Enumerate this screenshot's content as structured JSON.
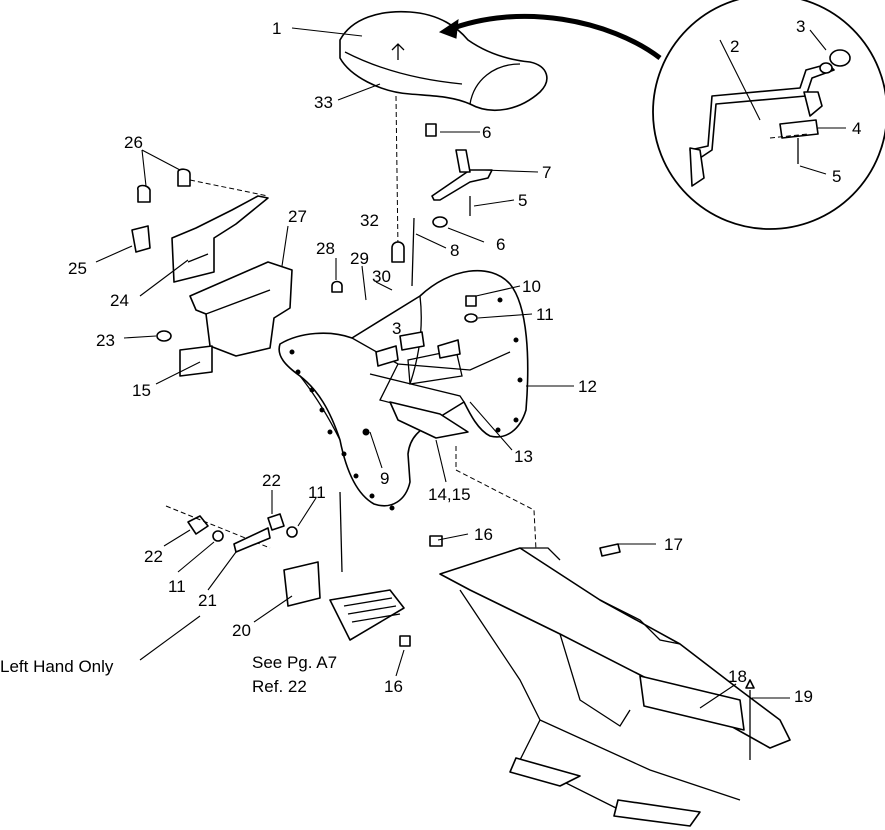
{
  "callouts": {
    "c1": "1",
    "c2": "2",
    "c3a": "3",
    "c3b": "3",
    "c4": "4",
    "c5a": "5",
    "c5b": "5",
    "c6a": "6",
    "c6b": "6",
    "c7": "7",
    "c8": "8",
    "c9": "9",
    "c10": "10",
    "c11a": "11",
    "c11b": "11",
    "c11c": "11",
    "c12": "12",
    "c13": "13",
    "c1415": "14,15",
    "c15": "15",
    "c16a": "16",
    "c16b": "16",
    "c17": "17",
    "c18": "18",
    "c19": "19",
    "c20": "20",
    "c21": "21",
    "c22a": "22",
    "c22b": "22",
    "c23": "23",
    "c24": "24",
    "c25": "25",
    "c26": "26",
    "c27": "27",
    "c28": "28",
    "c29": "29",
    "c30": "30",
    "c32": "32",
    "c33": "33"
  },
  "notes": {
    "left_hand_only": "Left Hand Only",
    "see_pg_line1": "See Pg. A7",
    "see_pg_line2": "Ref. 22"
  }
}
